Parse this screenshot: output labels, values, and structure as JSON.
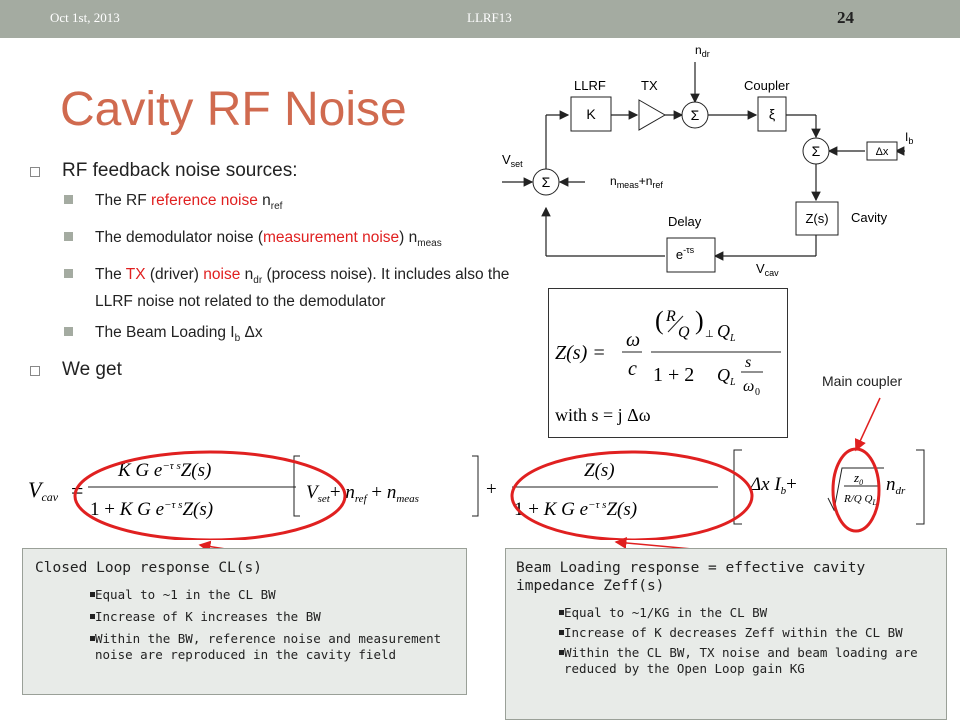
{
  "header": {
    "date": "Oct 1st, 2013",
    "conference": "LLRF13",
    "page_number": "24"
  },
  "title": "Cavity RF Noise",
  "bullets": {
    "sources_heading": "RF feedback noise sources:",
    "items": [
      {
        "prefix": "The RF ",
        "red": "reference noise",
        "suffix": " n",
        "sub": "ref",
        "tail": ""
      },
      {
        "prefix": "The demodulator noise (",
        "red": "measurement noise",
        "suffix": ") n",
        "sub": "meas",
        "tail": ""
      },
      {
        "prefix": "The ",
        "red": "TX",
        "mid": " (driver) ",
        "red2": "noise",
        "suffix": " n",
        "sub": "dr",
        "tail": " (process noise). It includes also the LLRF noise not related to the demodulator"
      },
      {
        "prefix": "The Beam Loading I",
        "sub": "b",
        "tail": " Δx"
      }
    ],
    "we_get": "We get"
  },
  "diagram": {
    "labels": {
      "llrf": "LLRF",
      "tx": "TX",
      "coupler": "Coupler",
      "k": "K",
      "sigma": "Σ",
      "xi": "ξ",
      "ndr": "n",
      "ndr_sub": "dr",
      "ib": "I",
      "ib_sub": "b",
      "dx": "Δx",
      "vset": "V",
      "vset_sub": "set",
      "nmeas": "n",
      "nmeas_sub": "meas",
      "plus_n": "+n",
      "nref_sub": "ref",
      "zs": "Z(s)",
      "cavity": "Cavity",
      "delay": "Delay",
      "delay_block": "e",
      "delay_exp": "-τs",
      "vcav": "V",
      "vcav_sub": "cav"
    }
  },
  "formula": {
    "text": "Z(s) = (ω/c)·((R/Q)⊥ Q_L) / (1 + 2 Q_L s/ω0), with s = j Δω"
  },
  "main_coupler": "Main coupler",
  "equation": {
    "text": "V_cav = [K G e^{-τs} Z(s) / (1 + K G e^{-τs} Z(s))]·[V_set + n_ref + n_meas] + [Z(s) / (1 + K G e^{-τs} Z(s))]·[Δx I_b + sqrt(z0/((R/Q) Q_L)) n_dr]"
  },
  "closed_loop": {
    "heading": "Closed Loop response CL(s)",
    "items": [
      "Equal to ~1 in the CL BW",
      "Increase of K increases the BW",
      "Within the BW, reference noise and measurement noise are reproduced in the cavity field"
    ]
  },
  "beam_loading": {
    "heading": "Beam Loading response = effective cavity impedance Zeff(s)",
    "items": [
      "Equal to ~1/KG in the CL BW",
      "Increase of K decreases Zeff within the CL BW",
      "Within the CL BW, TX noise and beam loading are reduced by the Open Loop gain KG"
    ]
  },
  "colors": {
    "title": "#d06a4f",
    "header_bar": "#a4aba1",
    "highlight_red": "#e02020",
    "callout_bg": "#e8ebe8"
  }
}
